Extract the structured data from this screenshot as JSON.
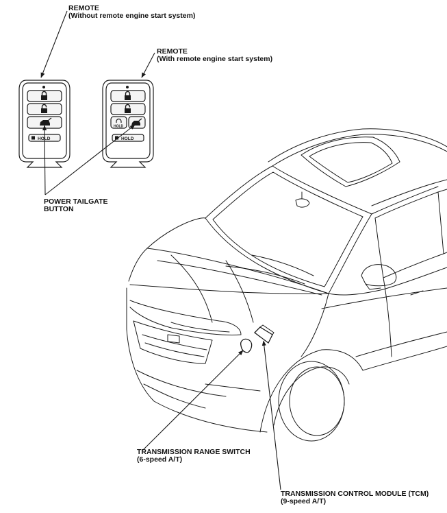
{
  "labels": {
    "remote_without": {
      "line1": "REMOTE",
      "line2": "(Without remote engine start system)"
    },
    "remote_with": {
      "line1": "REMOTE",
      "line2": "(With remote engine start system)"
    },
    "power_tailgate": {
      "line1": "POWER TAILGATE",
      "line2": "BUTTON"
    },
    "trans_range_switch": {
      "line1": "TRANSMISSION RANGE SWITCH",
      "line2": "(6-speed A/T)"
    },
    "tcm": {
      "line1": "TRANSMISSION CONTROL MODULE (TCM)",
      "line2": "(9-speed A/T)"
    }
  },
  "fob_buttons": {
    "hold_label": "HOLD",
    "remote_start_hold_label": "HOLD"
  },
  "icons": {
    "lock": "lock-icon",
    "unlock": "unlock-icon",
    "tailgate": "tailgate-icon",
    "panic": "panic-hold-icon",
    "remote_start": "remote-start-icon"
  },
  "colors": {
    "line": "#1a1a1a",
    "fob_fill": "#ffffff",
    "button_fill": "#f4f4f4"
  }
}
